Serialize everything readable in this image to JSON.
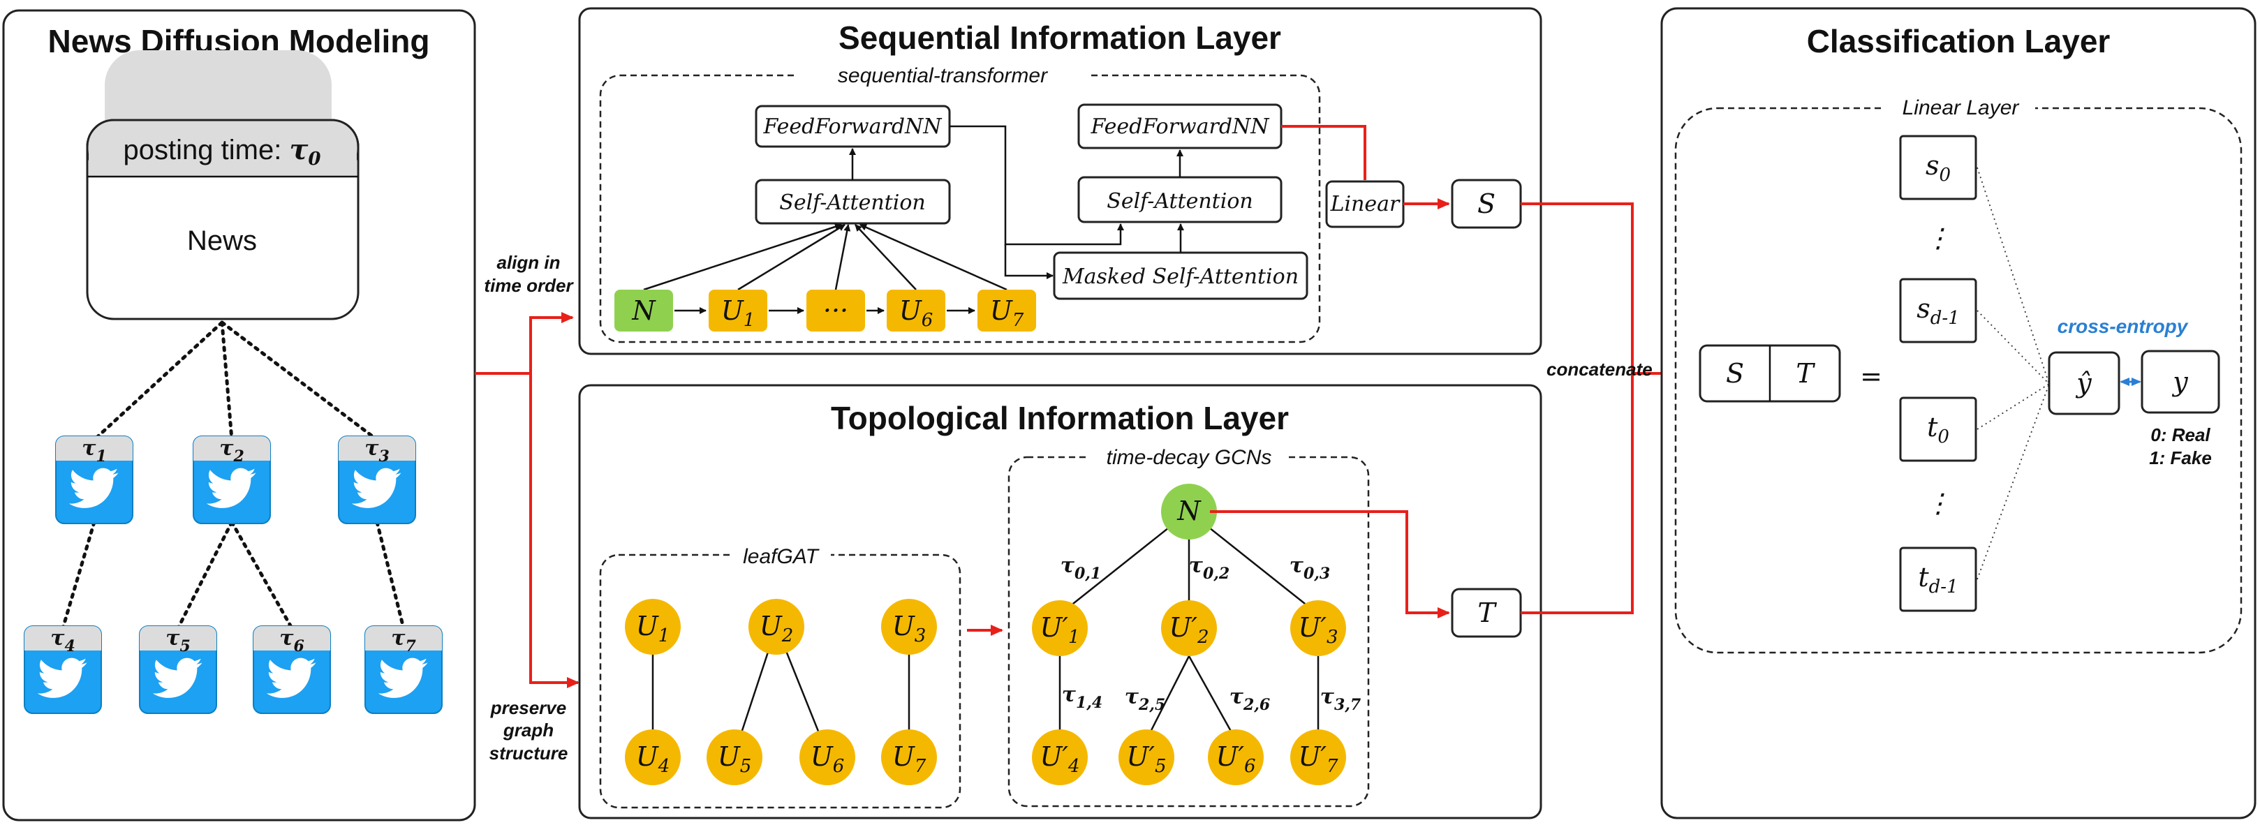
{
  "panels": {
    "news_diffusion": {
      "title": "News Diffusion Modeling",
      "posting_time_label": "posting time: ",
      "posting_time_symbol": "τ",
      "posting_time_sub": "0",
      "news_label": "News",
      "tweets": [
        {
          "sym": "τ",
          "sub": "1"
        },
        {
          "sym": "τ",
          "sub": "2"
        },
        {
          "sym": "τ",
          "sub": "3"
        },
        {
          "sym": "τ",
          "sub": "4"
        },
        {
          "sym": "τ",
          "sub": "5"
        },
        {
          "sym": "τ",
          "sub": "6"
        },
        {
          "sym": "τ",
          "sub": "7"
        }
      ]
    },
    "sequential": {
      "title": "Sequential Information Layer",
      "transformer_label": "sequential-transformer",
      "ffn_label": "FeedForwardNN",
      "self_attention_label": "Self-Attention",
      "masked_label": "Masked Self-Attention",
      "linear_label": "Linear",
      "s_label": "S",
      "tokens": [
        {
          "sym": "N",
          "sub": ""
        },
        {
          "sym": "U",
          "sub": "1"
        },
        {
          "sym": "···",
          "sub": ""
        },
        {
          "sym": "U",
          "sub": "6"
        },
        {
          "sym": "U",
          "sub": "7"
        }
      ]
    },
    "topological": {
      "title": "Topological Information Layer",
      "leafgat_label": "leafGAT",
      "gcn_label": "time-decay GCNs",
      "t_label": "T",
      "root_label": "N",
      "leaf_nodes_top": [
        {
          "sym": "U",
          "sub": "1"
        },
        {
          "sym": "U",
          "sub": "2"
        },
        {
          "sym": "U",
          "sub": "3"
        }
      ],
      "leaf_nodes_bottom": [
        {
          "sym": "U",
          "sub": "4"
        },
        {
          "sym": "U",
          "sub": "5"
        },
        {
          "sym": "U",
          "sub": "6"
        },
        {
          "sym": "U",
          "sub": "7"
        }
      ],
      "gcn_nodes_top": [
        {
          "sym": "U′",
          "sub": "1"
        },
        {
          "sym": "U′",
          "sub": "2"
        },
        {
          "sym": "U′",
          "sub": "3"
        }
      ],
      "gcn_nodes_bottom": [
        {
          "sym": "U′",
          "sub": "4"
        },
        {
          "sym": "U′",
          "sub": "5"
        },
        {
          "sym": "U′",
          "sub": "6"
        },
        {
          "sym": "U′",
          "sub": "7"
        }
      ],
      "edge_labels": [
        {
          "sym": "τ",
          "sub": "0,1"
        },
        {
          "sym": "τ",
          "sub": "0,2"
        },
        {
          "sym": "τ",
          "sub": "0,3"
        },
        {
          "sym": "τ",
          "sub": "1,4"
        },
        {
          "sym": "τ",
          "sub": "2,5"
        },
        {
          "sym": "τ",
          "sub": "2,6"
        },
        {
          "sym": "τ",
          "sub": "3,7"
        }
      ]
    },
    "classification": {
      "title": "Classification Layer",
      "linear_layer_label": "Linear Layer",
      "concat_s": "S",
      "concat_t": "T",
      "equals": "=",
      "vector": [
        {
          "sym": "s",
          "sub": "0"
        },
        {
          "sym": "⋮",
          "sub": ""
        },
        {
          "sym": "s",
          "sub": "d-1"
        },
        {
          "sym": "t",
          "sub": "0"
        },
        {
          "sym": "⋮",
          "sub": ""
        },
        {
          "sym": "t",
          "sub": "d-1"
        }
      ],
      "y_hat": "ŷ",
      "y": "y",
      "loss_label": "cross-entropy",
      "legend_real": "0: Real",
      "legend_fake": "1: Fake"
    }
  },
  "connectors": {
    "align_line1": "align in",
    "align_line2": "time order",
    "preserve_line1": "preserve",
    "preserve_line2": "graph",
    "preserve_line3": "structure",
    "concatenate": "concatenate"
  },
  "colors": {
    "node_orange": "#f5b800",
    "node_green": "#8fd14f",
    "twitter_blue": "#1da1f2",
    "arrow_red": "#e8201a",
    "loss_blue": "#2a7fd4",
    "header_gray": "#dcdcdc"
  },
  "icons": [
    "twitter-bird-icon"
  ]
}
